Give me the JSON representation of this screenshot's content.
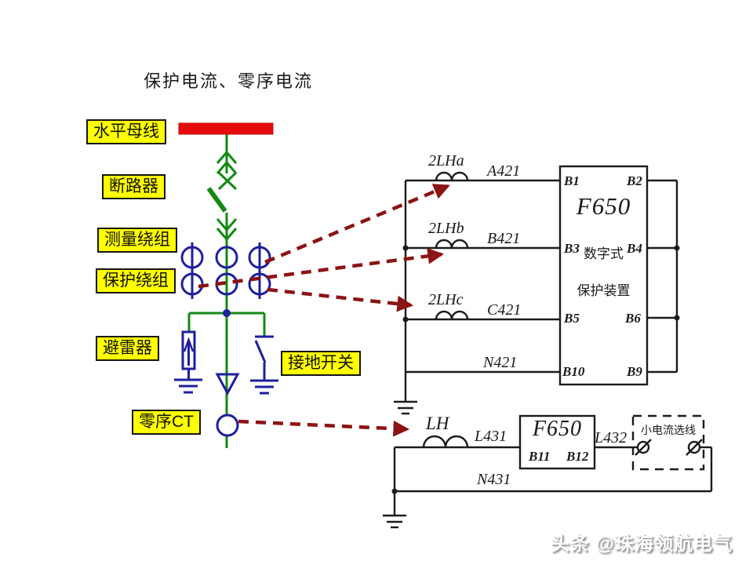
{
  "title": "保护电流、零序电流",
  "watermark": "头条 @珠海领航电气",
  "component_labels": {
    "busbar": "水平母线",
    "breaker": "断路器",
    "measuring_winding": "测量绕组",
    "protection_winding": "保护绕组",
    "arrester": "避雷器",
    "earthing_switch": "接地开关",
    "zero_sequence_ct": "零序CT"
  },
  "phase_circuit": {
    "ct_labels": [
      "2LHa",
      "2LHb",
      "2LHc"
    ],
    "wire_labels": [
      "A421",
      "B421",
      "C421",
      "N421"
    ],
    "relay": {
      "model": "F650",
      "type_line1": "数字式",
      "type_line2": "保护装置",
      "terminals_left": [
        "B1",
        "B3",
        "B5",
        "B10"
      ],
      "terminals_right": [
        "B2",
        "B4",
        "B6",
        "B9"
      ]
    }
  },
  "zero_sequence_circuit": {
    "ct_label": "LH",
    "wire_in": "L431",
    "relay_model": "F650",
    "terminal_left": "B11",
    "terminal_right": "B12",
    "wire_out": "L432",
    "selector_label": "小电流选线",
    "neutral_wire": "N431"
  },
  "colors": {
    "busbar_red": "#e60b0b",
    "line_green": "#128a12",
    "symbol_blue": "#1e1e9e",
    "arrow_dark_red": "#8b1414",
    "label_yellow": "#ffff00",
    "circuit_black": "#1b1b1b"
  }
}
